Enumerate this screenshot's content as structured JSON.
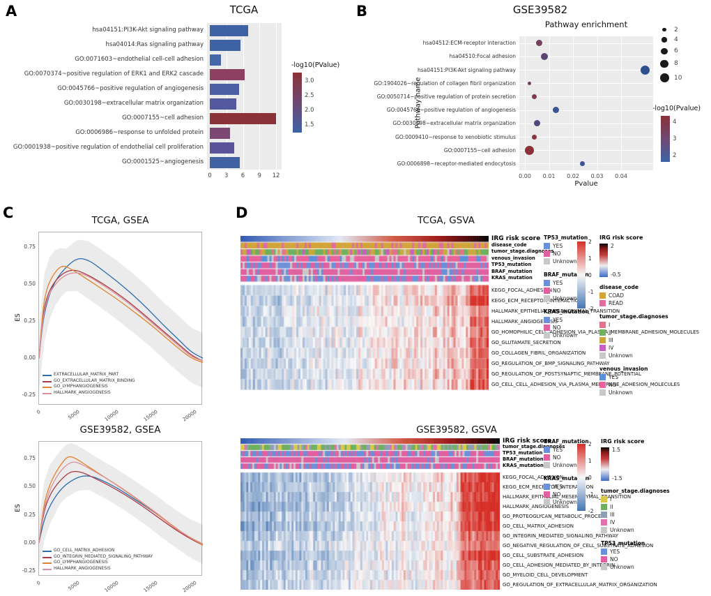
{
  "labels": {
    "a": "A",
    "b": "B",
    "c": "C",
    "d": "D"
  },
  "chart_data": [
    {
      "id": "tcga_pathway_bar",
      "type": "bar",
      "title": "TCGA",
      "orientation": "horizontal",
      "categories": [
        "hsa04151:PI3K-Akt signaling pathway",
        "hsa04014:Ras signaling pathway",
        "GO:0071603~endothelial cell-cell adhesion",
        "GO:0070374~positive regulation of ERK1 and ERK2 cascade",
        "GO:0045766~positive regulation of angiogenesis",
        "GO:0030198~extracellular matrix organization",
        "GO:0007155~cell adhesion",
        "GO:0006986~response to unfolded protein",
        "GO:0001938~positive regulation of endothelial cell proliferation",
        "GO:0001525~angiogenesis"
      ],
      "values": [
        7,
        5.5,
        2,
        6.3,
        5.3,
        4.8,
        12,
        3.7,
        4.4,
        5.4
      ],
      "bar_colors": [
        "#3D63A6",
        "#3D63A6",
        "#4467AA",
        "#8E4060",
        "#4B5EA4",
        "#54589F",
        "#8B3138",
        "#7C4773",
        "#5A5399",
        "#4161A5"
      ],
      "x_ticks": [
        0,
        3,
        6,
        9,
        12
      ],
      "xlim": [
        0,
        12
      ],
      "legend": {
        "title": "-log10(PValue)",
        "ticks": [
          "3.0",
          "2.5",
          "2.0",
          "1.5"
        ],
        "gradient_top": "#8B3138",
        "gradient_bottom": "#3D63A6"
      }
    },
    {
      "id": "gse39582_pathway_dotplot",
      "type": "scatter",
      "title": "GSE39582",
      "subtitle": "Pathway enrichment",
      "xlabel": "Pvalue",
      "ylabel": "Pathway name",
      "categories": [
        "hsa04512:ECM-receptor interaction",
        "hsa04510:Focal adhesion",
        "hsa04151:PI3K-Akt signaling pathway",
        "GO:1904026~regulation of collagen fibril organization",
        "GO:0050714~positive regulation of protein secretion",
        "GO:0045766~positive regulation of angiogenesis",
        "GO:0030198~extracellular matrix organization",
        "GO:0009410~response to xenobiotic stimulus",
        "GO:0007155~cell adhesion",
        "GO:0006898~receptor-mediated endocytosis"
      ],
      "pvalues": [
        0.006,
        0.008,
        0.05,
        0.002,
        0.004,
        0.013,
        0.005,
        0.004,
        0.002,
        0.024
      ],
      "gene_counts": [
        6,
        7,
        10,
        2,
        4,
        6,
        6,
        4,
        10,
        4
      ],
      "dot_colors": [
        "#73405F",
        "#5E4474",
        "#2F4F8F",
        "#6A3F64",
        "#83394B",
        "#3A5596",
        "#50497F",
        "#8B3440",
        "#8B3138",
        "#3A5596"
      ],
      "x_ticks": [
        "0.00",
        "0.01",
        "0.02",
        "0.03",
        "0.04"
      ],
      "size_legend": [
        2,
        4,
        6,
        8,
        10
      ],
      "color_legend": {
        "title": "-log10(Pvalue)",
        "ticks": [
          "4",
          "3",
          "2"
        ],
        "gradient_top": "#8B3138",
        "gradient_bottom": "#3D63A6"
      }
    },
    {
      "id": "tcga_gsea",
      "type": "line",
      "title": "TCGA, GSEA",
      "ylabel": "ES",
      "y_ticks": [
        "0.75",
        "0.50",
        "0.25",
        "0.00",
        "-0.25"
      ],
      "x_ticks": [
        "0",
        "5000",
        "10000",
        "15000",
        "20000"
      ],
      "xlim": [
        0,
        21000
      ],
      "ylim": [
        -0.32,
        0.85
      ],
      "series": [
        {
          "name": "EXTRACELLULAR_MATRIX_PART",
          "color": "#2B6CB0",
          "points": [
            [
              0,
              0
            ],
            [
              400,
              0.22
            ],
            [
              1000,
              0.38
            ],
            [
              2000,
              0.52
            ],
            [
              3500,
              0.62
            ],
            [
              5000,
              0.68
            ],
            [
              6500,
              0.66
            ],
            [
              8000,
              0.6
            ],
            [
              10000,
              0.52
            ],
            [
              12000,
              0.43
            ],
            [
              14000,
              0.33
            ],
            [
              16000,
              0.22
            ],
            [
              18000,
              0.12
            ],
            [
              19500,
              0.04
            ],
            [
              21000,
              0
            ]
          ]
        },
        {
          "name": "GO_EXTRACELLULAR_MATRIX_BINDING",
          "color": "#A93A44",
          "points": [
            [
              0,
              0
            ],
            [
              400,
              0.26
            ],
            [
              1000,
              0.42
            ],
            [
              2000,
              0.52
            ],
            [
              3200,
              0.58
            ],
            [
              4500,
              0.6
            ],
            [
              6000,
              0.57
            ],
            [
              8000,
              0.51
            ],
            [
              10000,
              0.44
            ],
            [
              12000,
              0.36
            ],
            [
              14000,
              0.27
            ],
            [
              16000,
              0.18
            ],
            [
              18000,
              0.09
            ],
            [
              19500,
              0.02
            ],
            [
              21000,
              -0.02
            ]
          ]
        },
        {
          "name": "GO_LYMPHANGIOGENESIS",
          "color": "#E2822A",
          "points": [
            [
              0,
              0
            ],
            [
              400,
              0.3
            ],
            [
              1000,
              0.48
            ],
            [
              2000,
              0.58
            ],
            [
              3000,
              0.63
            ],
            [
              4200,
              0.6
            ],
            [
              6000,
              0.54
            ],
            [
              8000,
              0.47
            ],
            [
              10000,
              0.4
            ],
            [
              12000,
              0.32
            ],
            [
              14000,
              0.24
            ],
            [
              16000,
              0.15
            ],
            [
              18000,
              0.06
            ],
            [
              19500,
              0
            ],
            [
              21000,
              -0.03
            ]
          ]
        },
        {
          "name": "HALLMARK_ANGIOGENESIS",
          "color": "#DC9099",
          "points": [
            [
              0,
              0
            ],
            [
              400,
              0.24
            ],
            [
              1000,
              0.4
            ],
            [
              2000,
              0.5
            ],
            [
              3500,
              0.57
            ],
            [
              5000,
              0.58
            ],
            [
              6500,
              0.55
            ],
            [
              8000,
              0.5
            ],
            [
              10000,
              0.43
            ],
            [
              12000,
              0.35
            ],
            [
              14000,
              0.26
            ],
            [
              16000,
              0.17
            ],
            [
              18000,
              0.08
            ],
            [
              19500,
              0.01
            ],
            [
              21000,
              -0.02
            ]
          ]
        }
      ]
    },
    {
      "id": "gse39582_gsea",
      "type": "line",
      "title": "GSE39582, GSEA",
      "ylabel": "ES",
      "y_ticks": [
        "0.75",
        "0.50",
        "0.25",
        "0.00",
        "-0.25"
      ],
      "x_ticks": [
        "0",
        "5000",
        "10000",
        "15000",
        "20000"
      ],
      "xlim": [
        0,
        21000
      ],
      "ylim": [
        -0.3,
        0.9
      ],
      "series": [
        {
          "name": "GO_CELL_MATRIX_ADHESION",
          "color": "#2B6CB0",
          "points": [
            [
              0,
              0
            ],
            [
              500,
              0.18
            ],
            [
              1500,
              0.35
            ],
            [
              3000,
              0.5
            ],
            [
              5000,
              0.59
            ],
            [
              6500,
              0.6
            ],
            [
              8000,
              0.56
            ],
            [
              10000,
              0.49
            ],
            [
              12000,
              0.4
            ],
            [
              14000,
              0.31
            ],
            [
              16000,
              0.21
            ],
            [
              18000,
              0.11
            ],
            [
              19500,
              0.03
            ],
            [
              21000,
              -0.02
            ]
          ]
        },
        {
          "name": "GO_INTEGRIN_MEDIATED_SIGNALING_PATHWAY",
          "color": "#A93A44",
          "points": [
            [
              0,
              0
            ],
            [
              500,
              0.26
            ],
            [
              1500,
              0.45
            ],
            [
              3000,
              0.58
            ],
            [
              4200,
              0.64
            ],
            [
              5500,
              0.63
            ],
            [
              7000,
              0.58
            ],
            [
              9000,
              0.51
            ],
            [
              11000,
              0.43
            ],
            [
              13000,
              0.34
            ],
            [
              15000,
              0.24
            ],
            [
              17000,
              0.14
            ],
            [
              19000,
              0.05
            ],
            [
              21000,
              -0.02
            ]
          ]
        },
        {
          "name": "GO_LYMPHANGIOGENESIS",
          "color": "#E2822A",
          "points": [
            [
              0,
              0
            ],
            [
              500,
              0.32
            ],
            [
              1500,
              0.55
            ],
            [
              2800,
              0.7
            ],
            [
              3800,
              0.78
            ],
            [
              5000,
              0.74
            ],
            [
              6500,
              0.67
            ],
            [
              8500,
              0.58
            ],
            [
              10500,
              0.49
            ],
            [
              12500,
              0.39
            ],
            [
              14500,
              0.29
            ],
            [
              16500,
              0.18
            ],
            [
              18500,
              0.08
            ],
            [
              21000,
              -0.02
            ]
          ]
        },
        {
          "name": "HALLMARK_ANGIOGENESIS",
          "color": "#DC9099",
          "points": [
            [
              0,
              0
            ],
            [
              500,
              0.28
            ],
            [
              1500,
              0.5
            ],
            [
              2800,
              0.65
            ],
            [
              4200,
              0.73
            ],
            [
              5500,
              0.7
            ],
            [
              7000,
              0.64
            ],
            [
              9000,
              0.56
            ],
            [
              11000,
              0.47
            ],
            [
              13000,
              0.37
            ],
            [
              15000,
              0.27
            ],
            [
              17000,
              0.16
            ],
            [
              19000,
              0.06
            ],
            [
              21000,
              -0.01
            ]
          ]
        }
      ]
    },
    {
      "id": "tcga_gsva",
      "type": "heatmap",
      "title": "TCGA, GSVA",
      "annotation_rows": [
        {
          "label": "IRG risk score",
          "kind": "gradient"
        },
        {
          "label": "disease_code",
          "kind": "categorical",
          "items": [
            "COAD",
            "READ"
          ],
          "colors": [
            "#D2A43A",
            "#E06CA0"
          ]
        },
        {
          "label": "tumor_stage.diagnoses",
          "kind": "categorical",
          "items": [
            "I",
            "II",
            "III",
            "IV",
            "Unknown"
          ],
          "colors": [
            "#E2728A",
            "#6FAF5F",
            "#C8A83C",
            "#C95FC0",
            "#C8C8C8"
          ]
        },
        {
          "label": "venous_invasion",
          "kind": "categorical",
          "items": [
            "YES",
            "NO",
            "Unknown"
          ],
          "colors": [
            "#5B8FD9",
            "#E8639B",
            "#C8C8C8"
          ]
        },
        {
          "label": "TP53_mutation",
          "kind": "categorical",
          "items": [
            "YES",
            "NO",
            "Unknown"
          ],
          "colors": [
            "#6B8FD8",
            "#E060A0",
            "#C8C8C8"
          ]
        },
        {
          "label": "BRAF_mutation",
          "kind": "categorical",
          "items": [
            "YES",
            "NO",
            "Unknown"
          ],
          "colors": [
            "#6B8FD8",
            "#E060A0",
            "#C8C8C8"
          ]
        },
        {
          "label": "KRAS_mutation",
          "kind": "categorical",
          "items": [
            "YES",
            "NO",
            "Unknown"
          ],
          "colors": [
            "#6B8FD8",
            "#E060A0",
            "#C8C8C8"
          ]
        }
      ],
      "rows": [
        "KEGG_FOCAL_ADHESION",
        "KEGG_ECM_RECEPTOR_INTERACTION",
        "HALLMARK_EPITHELIAL_MESENCHYMAL_TRANSITION",
        "HALLMARK_ANGIOGENESIS",
        "GO_HOMOPHILIC_CELL_ADHESION_VIA_PLASMA_MEMBRANE_ADHESION_MOLECULES",
        "GO_GLUTAMATE_SECRETION",
        "GO_COLLAGEN_FIBRIL_ORGANIZATION",
        "GO_REGULATION_OF_BMP_SIGNALING_PATHWAY",
        "GO_REGULATION_OF_POSTSYNAPTIC_MEMBRANE_POTENTIAL",
        "GO_CELL_CELL_ADHESION_VIA_PLASMA_MEMBRANE_ADHESION_MOLECULES"
      ],
      "scale_ticks": [
        "2",
        "1",
        "0",
        "-1",
        "-2"
      ],
      "risk_legend": {
        "title": "IRG risk score",
        "max": "2",
        "min": "-0.5"
      }
    },
    {
      "id": "gse39582_gsva",
      "type": "heatmap",
      "title": "GSE39582, GSVA",
      "annotation_rows": [
        {
          "label": "IRG risk score",
          "kind": "gradient"
        },
        {
          "label": "tumor_stage.diagnoses",
          "kind": "categorical",
          "items": [
            "I",
            "II",
            "III",
            "IV",
            "Unknown"
          ],
          "colors": [
            "#D9C94A",
            "#6FAF5F",
            "#8E9FB3",
            "#E070B0",
            "#C8C8C8"
          ]
        },
        {
          "label": "TP53_mutation",
          "kind": "categorical",
          "items": [
            "YES",
            "NO",
            "Unknown"
          ],
          "colors": [
            "#6B8FD8",
            "#E060A0",
            "#C8C8C8"
          ]
        },
        {
          "label": "BRAF_mutation",
          "kind": "categorical",
          "items": [
            "YES",
            "NO",
            "Unknown"
          ],
          "colors": [
            "#6B8FD8",
            "#E060A0",
            "#C8C8C8"
          ]
        },
        {
          "label": "KRAS_mutation",
          "kind": "categorical",
          "items": [
            "YES",
            "NO",
            "Unknown"
          ],
          "colors": [
            "#6B8FD8",
            "#E060A0",
            "#C8C8C8"
          ]
        }
      ],
      "rows": [
        "KEGG_FOCAL_ADHESION",
        "KEGG_ECM_RECEPTOR_INTERACTION",
        "HALLMARK_EPITHELIAL_MESENCHYMAL_TRANSITION",
        "HALLMARK_ANGIOGENESIS",
        "GO_PROTEOGLYCAN_METABOLIC_PROCESS",
        "GO_CELL_MATRIX_ADHESION",
        "GO_INTEGRIN_MEDIATED_SIGNALING_PATHWAY",
        "GO_NEGATIVE_REGULATION_OF_CELL_SUBSTRATE_ADHESION",
        "GO_CELL_SUBSTRATE_ADHESION",
        "GO_CELL_ADHESION_MEDIATED_BY_INTEGRIN",
        "GO_MYELOID_CELL_DEVELOPMENT",
        "GO_REGULATION_OF_EXTRACELLULAR_MATRIX_ORGANIZATION"
      ],
      "scale_ticks": [
        "2",
        "1",
        "0",
        "-1",
        "-2"
      ],
      "risk_legend": {
        "title": "IRG risk score",
        "max": "1.5",
        "min": "-1.5"
      }
    }
  ]
}
